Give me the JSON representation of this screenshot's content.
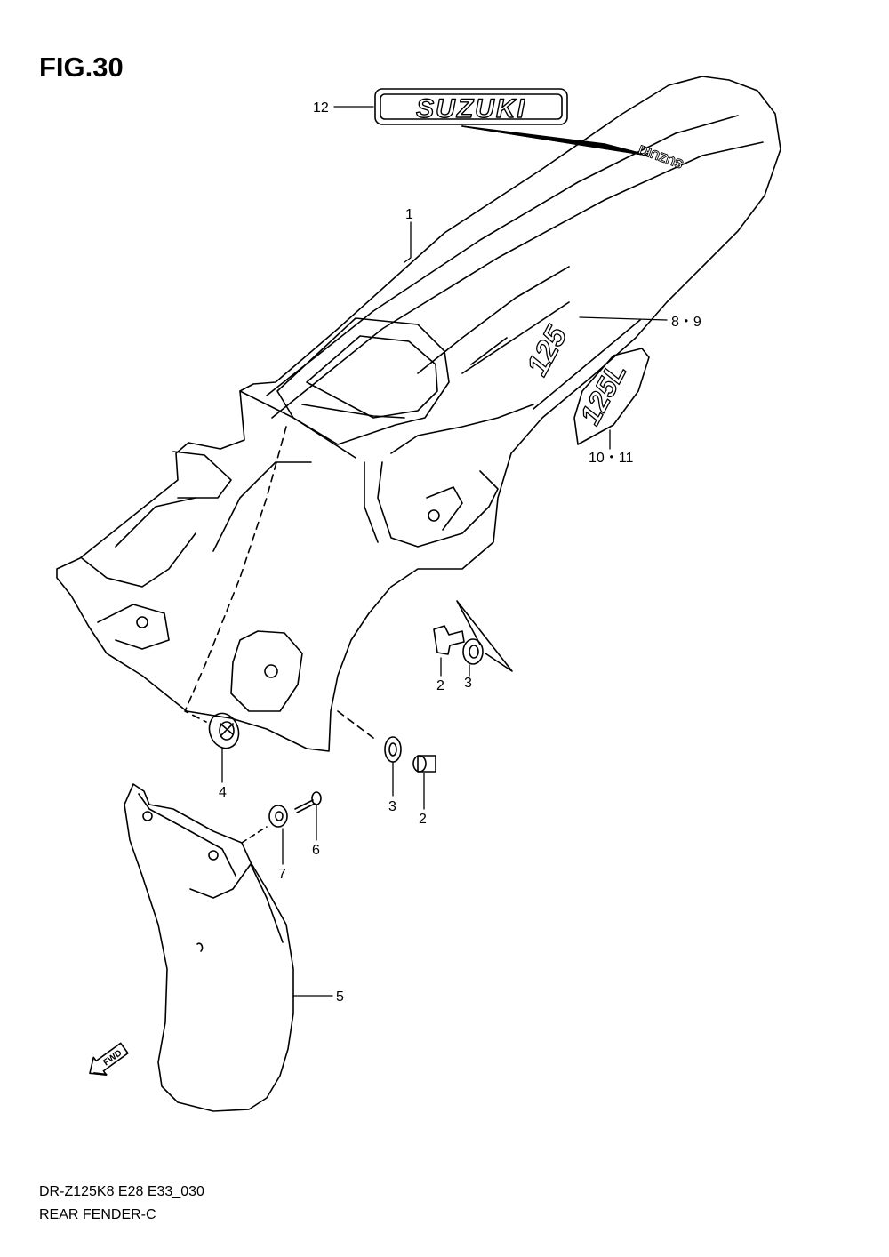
{
  "figure": {
    "title": "FIG.30",
    "model_code": "DR-Z125K8 E28 E33_030",
    "name": "REAR FENDER-C"
  },
  "decals": {
    "brand": "SUZUKI",
    "brand_small": "SUZUKI",
    "model_a": "125",
    "model_b": "125L"
  },
  "callouts": [
    {
      "id": "c1",
      "label": "1"
    },
    {
      "id": "c2a",
      "label": "2"
    },
    {
      "id": "c3a",
      "label": "3"
    },
    {
      "id": "c4",
      "label": "4"
    },
    {
      "id": "c3b",
      "label": "3"
    },
    {
      "id": "c2b",
      "label": "2"
    },
    {
      "id": "c6",
      "label": "6"
    },
    {
      "id": "c7",
      "label": "7"
    },
    {
      "id": "c5",
      "label": "5"
    },
    {
      "id": "c89",
      "label": "8・9"
    },
    {
      "id": "c1011",
      "label": "10・11"
    },
    {
      "id": "c12",
      "label": "12"
    }
  ],
  "fwd_arrow": "FWD",
  "colors": {
    "line": "#000000",
    "background": "#ffffff"
  }
}
